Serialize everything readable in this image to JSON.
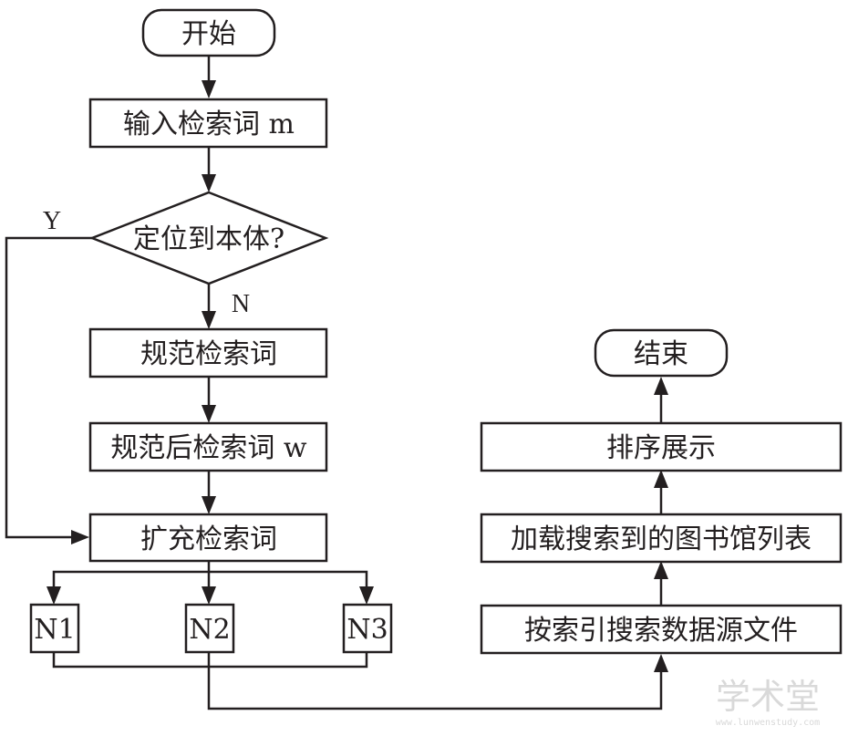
{
  "nodes": {
    "start": "开始",
    "input": "输入检索词 m",
    "decision": "定位到本体?",
    "normalize": "规范检索词",
    "normalized": "规范后检索词 w",
    "expand": "扩充检索词",
    "n1": "N1",
    "n2": "N2",
    "n3": "N3",
    "search": "按索引搜索数据源文件",
    "load": "加载搜索到的图书馆列表",
    "sort": "排序展示",
    "end": "结束"
  },
  "labels": {
    "yes": "Y",
    "no": "N"
  },
  "watermark": {
    "text": "学术堂",
    "url": "www.lunwenstudy.com"
  }
}
